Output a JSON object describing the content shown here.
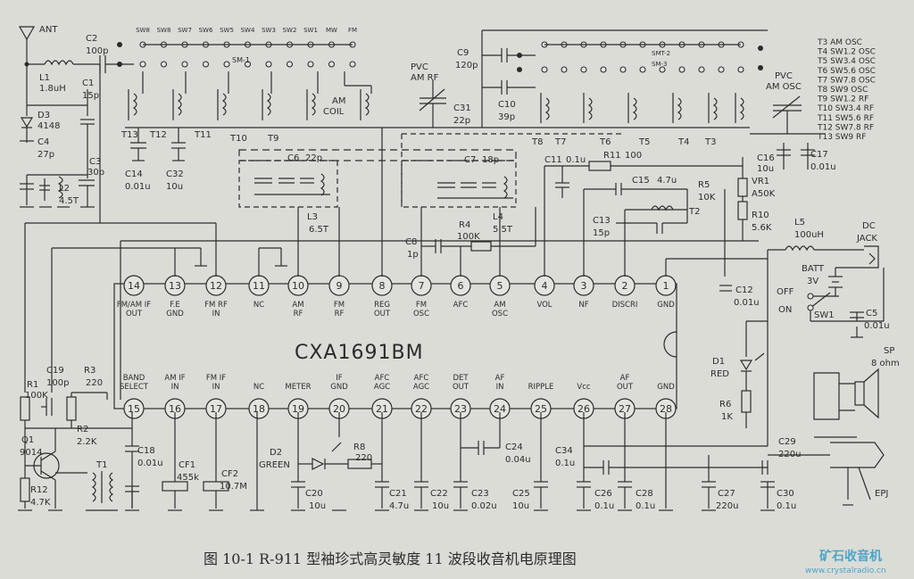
{
  "chip": {
    "name": "CXA1691BM",
    "top_pins": [
      {
        "num": "14",
        "label": "FM/AM IF OUT"
      },
      {
        "num": "13",
        "label": "F.E GND"
      },
      {
        "num": "12",
        "label": "FM RF IN"
      },
      {
        "num": "11",
        "label": "NC"
      },
      {
        "num": "10",
        "label": "AM RF"
      },
      {
        "num": "9",
        "label": "FM RF"
      },
      {
        "num": "8",
        "label": "REG OUT"
      },
      {
        "num": "7",
        "label": "FM OSC"
      },
      {
        "num": "6",
        "label": "AFC"
      },
      {
        "num": "5",
        "label": "AM OSC"
      },
      {
        "num": "4",
        "label": "VOL"
      },
      {
        "num": "3",
        "label": "NF"
      },
      {
        "num": "2",
        "label": "DISCRI"
      },
      {
        "num": "1",
        "label": "GND"
      }
    ],
    "bottom_pins": [
      {
        "num": "15",
        "label": "BAND SELECT"
      },
      {
        "num": "16",
        "label": "AM IF IN"
      },
      {
        "num": "17",
        "label": "FM IF IN"
      },
      {
        "num": "18",
        "label": "NC"
      },
      {
        "num": "19",
        "label": "METER"
      },
      {
        "num": "20",
        "label": "IF GND"
      },
      {
        "num": "21",
        "label": "AFC AGC"
      },
      {
        "num": "22",
        "label": "AFC AGC"
      },
      {
        "num": "23",
        "label": "DET OUT"
      },
      {
        "num": "24",
        "label": "AF IN"
      },
      {
        "num": "25",
        "label": "RIPPLE"
      },
      {
        "num": "26",
        "label": "Vcc"
      },
      {
        "num": "27",
        "label": "AF OUT"
      },
      {
        "num": "28",
        "label": "GND"
      }
    ]
  },
  "band_switches": [
    "SW8",
    "SW8",
    "SW7",
    "SW6",
    "SW5",
    "SW4",
    "SW3",
    "SW2",
    "SW1",
    "MW",
    "FM"
  ],
  "band_legend": [
    "T3 AM OSC",
    "T4 SW1.2 OSC",
    "T5 SW3.4 OSC",
    "T6 SW5.6 OSC",
    "T7 SW7.8 OSC",
    "T8 SW9 OSC",
    "T9 SW1.2 RF",
    "T10 SW3.4 RF",
    "T11 SW5.6 RF",
    "T12 SW7.8 RF",
    "T13 SW9 RF"
  ],
  "labels": {
    "ant": "ANT",
    "c2": "C2",
    "c2v": "100p",
    "l1": "L1",
    "l1v": "1.8uH",
    "c1": "C1",
    "c1v": "15p",
    "d3": "D3",
    "d3v": "4148",
    "c4": "C4",
    "c4v": "27p",
    "c3": "C3",
    "c3v": "30p",
    "l2": "L2",
    "l2v": "4.5T",
    "t13": "T13",
    "t12": "T12",
    "t11": "T11",
    "t10": "T10",
    "t9": "T9",
    "c14": "C14",
    "c14v": "0.01u",
    "c32": "C32",
    "c32v": "10u",
    "sm1": "SM-1",
    "am_coil1": "AM",
    "am_coil2": "COIL",
    "pvc1": "PVC",
    "pvc1b": "AM RF",
    "c31": "C31",
    "c31v": "22p",
    "c9": "C9",
    "c9v": "120p",
    "c10": "C10",
    "c10v": "39p",
    "smt2": "SMT-2",
    "sm3": "SM-3",
    "t8": "T8",
    "t7": "T7",
    "t6": "T6",
    "t5": "T5",
    "t4": "T4",
    "t3": "T3",
    "pvc2": "PVC",
    "pvc2b": "AM OSC",
    "c16": "C16",
    "c16v": "10u",
    "c17": "C17",
    "c17v": "0.01u",
    "c6": "C6",
    "c6v": "22p",
    "c7": "C7",
    "c7v": "18p",
    "l3": "L3",
    "l3v": "6.5T",
    "l4": "L4",
    "l4v": "5.5T",
    "c8": "C8",
    "c8v": "1p",
    "r4": "R4",
    "r4v": "100K",
    "c11": "C11",
    "c11v": "0.1u",
    "r11": "R11",
    "r11v": "100",
    "c15": "C15",
    "c15v": "4.7u",
    "r5": "R5",
    "r5v": "10K",
    "vr1": "VR1",
    "vr1v": "A50K",
    "c13": "C13",
    "c13v": "15p",
    "t2": "T2",
    "r10": "R10",
    "r10v": "5.6K",
    "l5": "L5",
    "l5v": "100uH",
    "dcjack1": "DC",
    "dcjack2": "JACK",
    "batt": "BATT",
    "battv": "3V",
    "off": "OFF",
    "on": "ON",
    "sw1": "SW1",
    "c12": "C12",
    "c12v": "0.01u",
    "c5": "C5",
    "c5v": "0.01u",
    "d1": "D1",
    "d1v": "RED",
    "r6": "R6",
    "r6v": "1K",
    "sp": "SP",
    "spv": "8 ohm",
    "r1": "R1",
    "r1v": "100K",
    "c19": "C19",
    "c19v": "100p",
    "r3": "R3",
    "r3v": "220",
    "r2": "R2",
    "r2v": "2.2K",
    "q1": "Q1",
    "q1v": "9014",
    "r12": "R12",
    "r12v": "4.7K",
    "t1": "T1",
    "c18": "C18",
    "c18v": "0.01u",
    "cf1": "CF1",
    "cf1v": "455k",
    "cf2": "CF2",
    "cf2v": "10.7M",
    "d2": "D2",
    "d2v": "GREEN",
    "r8": "R8",
    "r8v": "220",
    "c20": "C20",
    "c20v": "10u",
    "c21": "C21",
    "c21v": "4.7u",
    "c22": "C22",
    "c22v": "10u",
    "c23": "C23",
    "c23v": "0.02u",
    "c24": "C24",
    "c24v": "0.04u",
    "c25": "C25",
    "c25v": "10u",
    "c34": "C34",
    "c34v": "0.1u",
    "c26": "C26",
    "c26v": "0.1u",
    "c28": "C28",
    "c28v": "0.1u",
    "c29": "C29",
    "c29v": "220u",
    "c27": "C27",
    "c27v": "220u",
    "c30": "C30",
    "c30v": "0.1u",
    "epj": "EPJ"
  },
  "caption": "图 10-1   R-911 型袖珍式高灵敏度 11 波段收音机电原理图",
  "watermark": {
    "title": "矿石收音机",
    "url": "www.crystalradio.cn"
  }
}
